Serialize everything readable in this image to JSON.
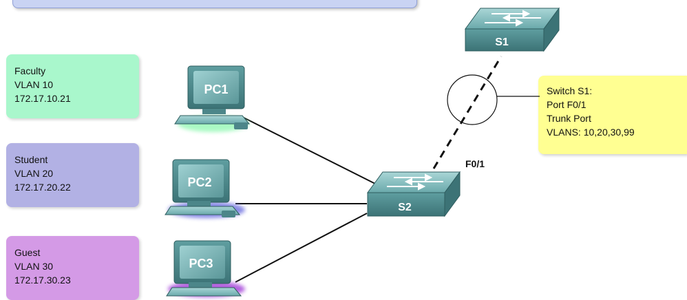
{
  "hosts": [
    {
      "id": "pc1",
      "label": "PC1",
      "role": "Faculty",
      "vlan": "VLAN 10",
      "ip": "172.17.10.21",
      "glow": "#8ef7b0"
    },
    {
      "id": "pc2",
      "label": "PC2",
      "role": "Student",
      "vlan": "VLAN 20",
      "ip": "172.17.20.22",
      "glow": "#6d6fe0"
    },
    {
      "id": "pc3",
      "label": "PC3",
      "role": "Guest",
      "vlan": "VLAN 30",
      "ip": "172.17.30.23",
      "glow": "#a23dd8"
    }
  ],
  "switches": [
    {
      "id": "s1",
      "label": "S1"
    },
    {
      "id": "s2",
      "label": "S2"
    }
  ],
  "trunk": {
    "port_label": "F0/1",
    "note": [
      "Switch S1:",
      "Port F0/1",
      "Trunk Port",
      "VLANS: 10,20,30,99"
    ]
  },
  "colors": {
    "faculty": "#a9f7cc",
    "student": "#b2b1e4",
    "guest": "#d49ae6",
    "note": "#ffff92",
    "device": "#5f9ea0"
  }
}
